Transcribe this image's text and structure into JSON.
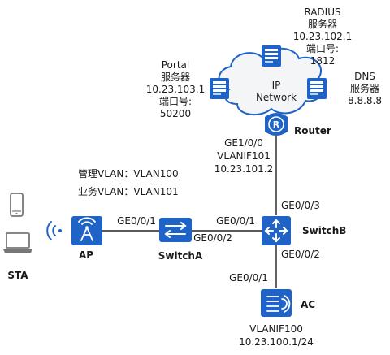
{
  "colors": {
    "device_blue": "#1f63c6",
    "device_dark": "#174d9e",
    "cloud_fill": "#f3f5f7",
    "cloud_stroke": "#1f63c6",
    "line": "#222222",
    "gray_device": "#777777"
  },
  "devices": {
    "radius": {
      "icon": "server-icon",
      "title": "RADIUS",
      "line2": "服务器",
      "ip": "10.23.102.1",
      "port_label": "端口号:",
      "port": "1812"
    },
    "portal": {
      "icon": "server-icon",
      "title": "Portal",
      "line2": "服务器",
      "ip": "10.23.103.1",
      "port_label": "端口号:",
      "port": "50200"
    },
    "dns": {
      "icon": "server-icon",
      "title": "DNS",
      "line2": "服务器",
      "ip": "8.8.8.8"
    },
    "cloud": {
      "line1": "IP",
      "line2": "Network"
    },
    "router": {
      "icon": "router-icon",
      "label": "Router",
      "port": "GE1/0/0",
      "vlanif": "VLANIF101",
      "ip": "10.23.101.2"
    },
    "switchB": {
      "icon": "core-switch-icon",
      "label": "SwitchB",
      "port_up": "GE0/0/3",
      "port_left": "GE0/0/1",
      "port_down": "GE0/0/2"
    },
    "switchA": {
      "icon": "switch-icon",
      "label": "SwitchA",
      "port_left": "GE0/0/1",
      "port_right": "GE0/0/2"
    },
    "ap": {
      "icon": "access-point-icon",
      "label": "AP"
    },
    "ac": {
      "icon": "access-controller-icon",
      "label": "AC",
      "port": "GE0/0/1",
      "vlanif": "VLANIF100",
      "ip": "10.23.100.1/24"
    },
    "sta": {
      "icon": "phone-icon",
      "icon2": "laptop-icon",
      "label": "STA"
    }
  },
  "vlan_notes": {
    "mgmt_label": "管理VLAN：",
    "mgmt_value": "VLAN100",
    "service_label": "业务VLAN：",
    "service_value": "VLAN101"
  }
}
